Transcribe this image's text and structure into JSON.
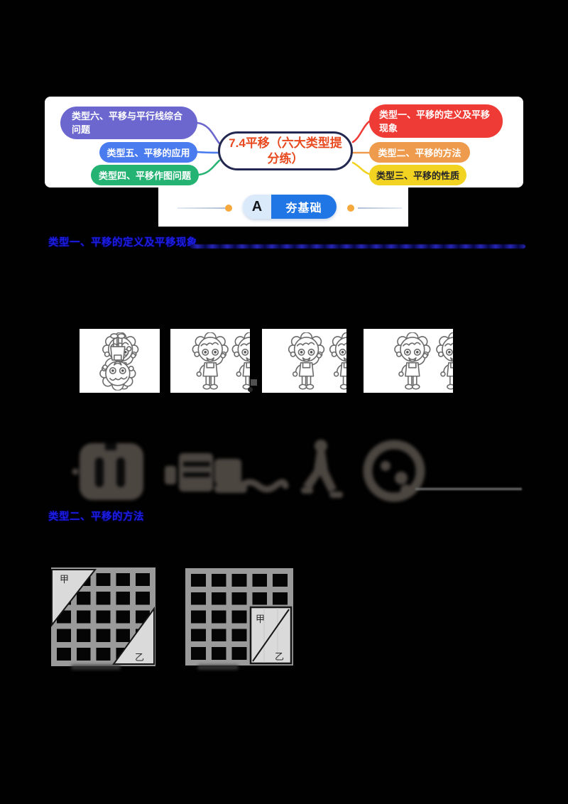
{
  "mindmap": {
    "center": "7.4平移（六大类型提分练）",
    "center_text_color": "#e8491e",
    "left_nodes": [
      {
        "label": "类型六、平移与平行线综合问题",
        "color": "#6b67cf"
      },
      {
        "label": "类型五、平移的应用",
        "color": "#4a7cf0"
      },
      {
        "label": "类型四、平移作图问题",
        "color": "#25b373"
      }
    ],
    "right_nodes": [
      {
        "label": "类型一、平移的定义及平移现象",
        "color": "#ef3b35"
      },
      {
        "label": "类型二、平移的方法",
        "color": "#ee9b4d"
      },
      {
        "label": "类型三、平移的性质",
        "color": "#f2d321"
      }
    ]
  },
  "section_badge": {
    "letter": "A",
    "label": "夯基础",
    "letter_bg": "#dbeafa",
    "label_bg": "#2176e6",
    "dot_color": "#f6a83c"
  },
  "headings": [
    {
      "text": "类型一、平移的定义及平移现象",
      "color": "#1d1de0"
    },
    {
      "text": "类型二、平移的方法",
      "color": "#1d1de0"
    }
  ],
  "figures": {
    "jia": "甲",
    "yi": "乙"
  }
}
